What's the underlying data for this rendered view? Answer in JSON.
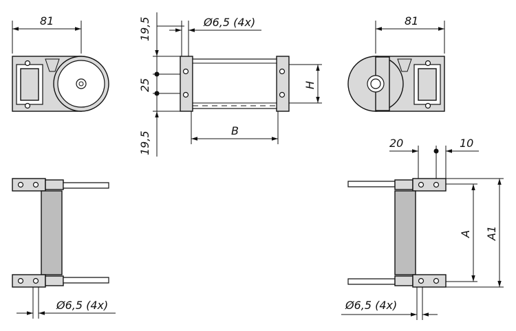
{
  "dimensions": {
    "width_left": "81",
    "width_right": "81",
    "top_pitch": "19,5",
    "bottom_pitch": "19,5",
    "hole_spacing": "25",
    "hole_top": "Ø6,5 (4x)",
    "hole_bottom_left": "Ø6,5 (4x)",
    "hole_bottom_right": "Ø6,5 (4x)",
    "height_label": "H",
    "width_label": "B",
    "offset_20": "20",
    "offset_10": "10",
    "inner_height_label": "A",
    "outer_height_label": "A1"
  }
}
